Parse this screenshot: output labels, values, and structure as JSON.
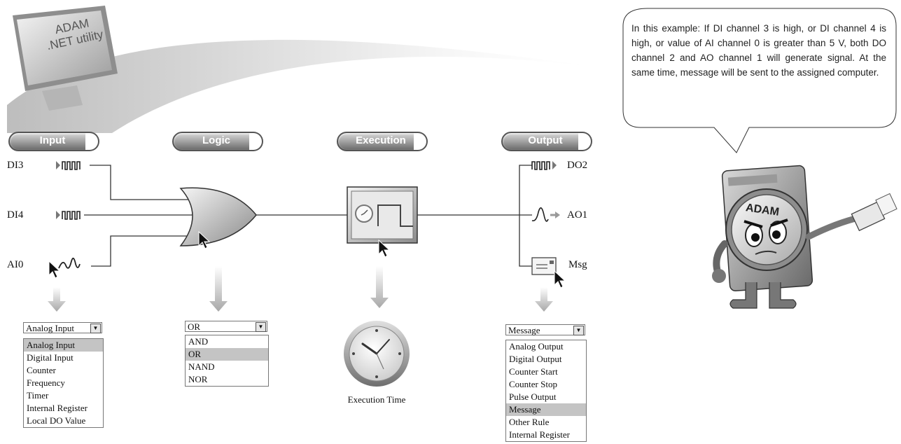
{
  "monitor": {
    "line1": "ADAM",
    "line2": ".NET utility"
  },
  "stages": {
    "input": "Input",
    "logic": "Logic",
    "execution": "Execution",
    "output": "Output"
  },
  "inputs": {
    "di3": "DI3",
    "di4": "DI4",
    "ai0": "AI0"
  },
  "outputs": {
    "do2": "DO2",
    "ao1": "AO1",
    "msg": "Msg"
  },
  "input_dropdown": {
    "selected": "Analog Input",
    "options": [
      "Analog Input",
      "Digital Input",
      "Counter",
      "Frequency",
      "Timer",
      "Internal Register",
      "Local DO Value"
    ],
    "highlighted_index": 0
  },
  "logic_dropdown": {
    "selected": "OR",
    "options": [
      "AND",
      "OR",
      "NAND",
      "NOR"
    ],
    "highlighted_index": 1
  },
  "execution_label": "Execution Time",
  "output_dropdown": {
    "selected": "Message",
    "options": [
      "Analog Output",
      "Digital Output",
      "Counter Start",
      "Counter Stop",
      "Pulse Output",
      "Message",
      "Other Rule",
      "Internal Register"
    ],
    "highlighted_index": 5
  },
  "mascot_label": "ADAM",
  "bubble_text": "In this example: If DI channel 3 is high, or DI channel 4 is high, or value of AI channel 0 is greater than 5 V, both DO channel 2 and AO channel 1 will generate signal. At the same time, message will be sent to the assigned computer."
}
